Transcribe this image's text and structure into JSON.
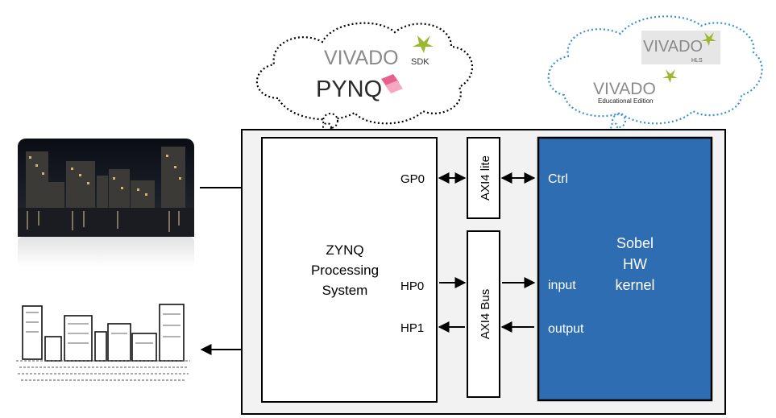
{
  "tools": {
    "vivado_sdk": {
      "word": "VIVADO",
      "suffix": "SDK"
    },
    "pynq": {
      "word": "PYNQ"
    },
    "vivado_hls": {
      "word": "VIVADO",
      "suffix": "HLS"
    },
    "vivado_edu": {
      "word": "VIVADO",
      "suffix": "Educational Edition"
    }
  },
  "ps": {
    "line1": "ZYNQ",
    "line2": "Processing",
    "line3": "System"
  },
  "ports": {
    "gp0": "GP0",
    "hp0": "HP0",
    "hp1": "HP1"
  },
  "buses": {
    "axi_lite": "AXI4 lite",
    "axi_bus": "AXI4 Bus"
  },
  "kernel": {
    "line1": "Sobel",
    "line2": "HW",
    "line3": "kernel",
    "ctrl": "Ctrl",
    "input": "input",
    "output": "output",
    "fill": "#2e6db1"
  },
  "colors": {
    "cloud_left": "#000000",
    "cloud_right": "#3d8fd6",
    "vivado_gray": "#8a8a8a"
  }
}
